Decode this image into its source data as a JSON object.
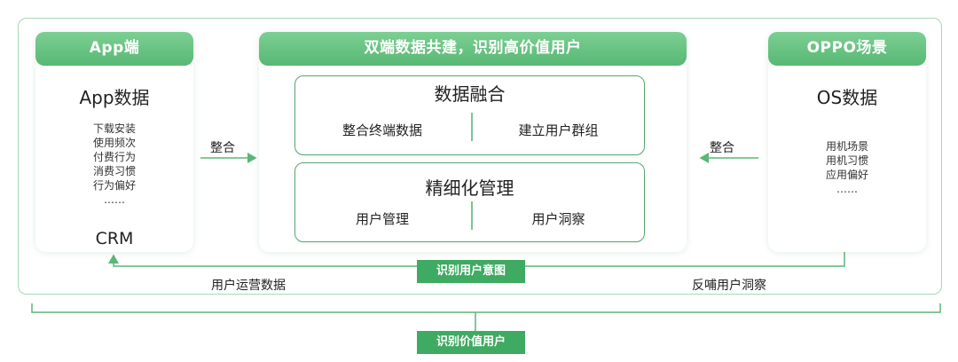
{
  "app_side": {
    "header": "App端",
    "title": "App数据",
    "items": [
      "下载安装",
      "使用频次",
      "付费行为",
      "消费习惯",
      "行为偏好",
      "……"
    ],
    "bottom": "CRM"
  },
  "center": {
    "header": "双端数据共建，识别高价值用户",
    "fusion": {
      "title": "数据融合",
      "left": "整合终端数据",
      "right": "建立用户群组"
    },
    "management": {
      "title": "精细化管理",
      "left": "用户管理",
      "right": "用户洞察"
    }
  },
  "oppo_side": {
    "header": "OPPO场景",
    "title": "OS数据",
    "items": [
      "用机场景",
      "用机习惯",
      "应用偏好",
      "……"
    ]
  },
  "arrows": {
    "left_merge": "整合",
    "right_merge": "整合",
    "bottom_left": "用户运营数据",
    "bottom_right": "反哺用户洞察"
  },
  "tags": {
    "identify_intent": "识别用户意图",
    "identify_value": "识别价值用户"
  },
  "colors": {
    "accent": "#3faa61",
    "border": "#a5d9b4",
    "inner_border": "#5ba675"
  }
}
